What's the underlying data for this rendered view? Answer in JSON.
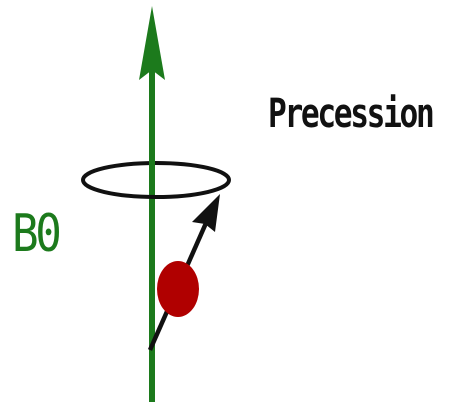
{
  "title": "Precession",
  "field_label": "B0",
  "colors": {
    "field_axis": "#1c7a1c",
    "field_label": "#1c7a1c",
    "title_text": "#111111",
    "orbit": "#111111",
    "spin_vector": "#111111",
    "particle": "#b00000"
  },
  "icons": {
    "field_arrow": "up-arrow",
    "spin_arrow": "diagonal-arrow",
    "particle": "filled-ellipse",
    "orbit": "ellipse-outline"
  }
}
